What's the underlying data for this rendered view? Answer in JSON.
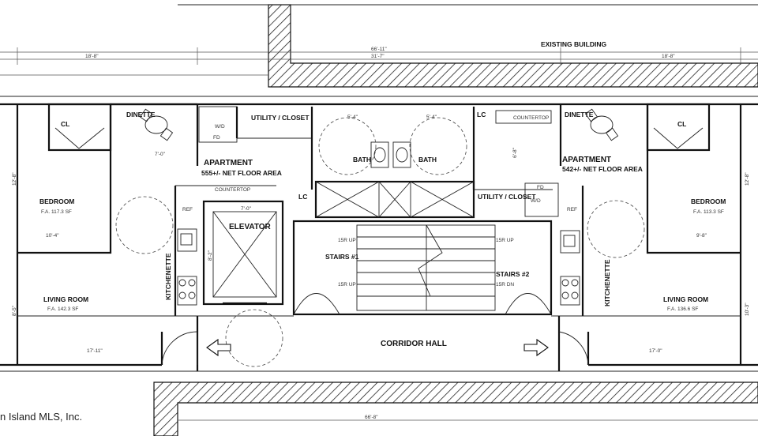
{
  "plan": {
    "existing_building": "EXISTING BUILDING",
    "dimensions": {
      "overall_top": "66'-11\"",
      "center_top": "31'-7\"",
      "left_top": "18'-8\"",
      "right_top": "18'-8\"",
      "bottom": "66'-8\"",
      "left_unit_side": "12'-8\"",
      "left_unit_lower": "8'-5\"",
      "right_unit_side": "12'-8\"",
      "right_unit_lower": "10'-3\"",
      "bedroom_left_width": "10'-4\"",
      "bedroom_right_width": "9'-8\"",
      "living_left_width": "17'-11\"",
      "living_right_width": "17'-0\"",
      "dinette_left": "7'-0\"",
      "elevator_width": "7'-0\"",
      "elevator_depth": "8'-2\"",
      "bath_left": "5'-4\"",
      "bath_right": "5'-4\"",
      "dinette_right": "6'-8\""
    },
    "left_unit": {
      "closet": "CL",
      "dinette": "DINETTE",
      "wd": "W/D",
      "fd": "FD",
      "utility_closet": "UTILITY / CLOSET",
      "apartment": "APARTMENT",
      "floor_area": "555+/- NET FLOOR AREA",
      "countertop": "COUNTERTOP",
      "lc": "LC",
      "bath": "BATH",
      "bedroom": "BEDROOM",
      "bedroom_fa": "F.A. 117.3 SF",
      "ref": "REF",
      "kitchenette": "KITCHENETTE",
      "living_room": "LIVING ROOM",
      "living_fa": "F.A. 142.3 SF"
    },
    "right_unit": {
      "closet": "CL",
      "dinette": "DINETTE",
      "lc": "LC",
      "countertop": "COUNTERTOP",
      "bath": "BATH",
      "apartment": "APARTMENT",
      "floor_area": "542+/- NET FLOOR AREA",
      "utility_closet": "UTILITY / CLOSET",
      "wd": "W/D",
      "fd": "FD",
      "bedroom": "BEDROOM",
      "bedroom_fa": "F.A. 113.3 SF",
      "ref": "REF",
      "kitchenette": "KITCHENETTE",
      "living_room": "LIVING ROOM",
      "living_fa": "F.A. 136.6 SF"
    },
    "core": {
      "elevator": "ELEVATOR",
      "stairs_1": "STAIRS #1",
      "stairs_2": "STAIRS #2",
      "riser_up_a": "15R UP",
      "riser_up_b": "15R UP",
      "riser_up_c": "15R UP",
      "riser_dn": "15R DN",
      "corridor": "CORRIDOR HALL"
    },
    "watermark": "n Island MLS, Inc."
  }
}
